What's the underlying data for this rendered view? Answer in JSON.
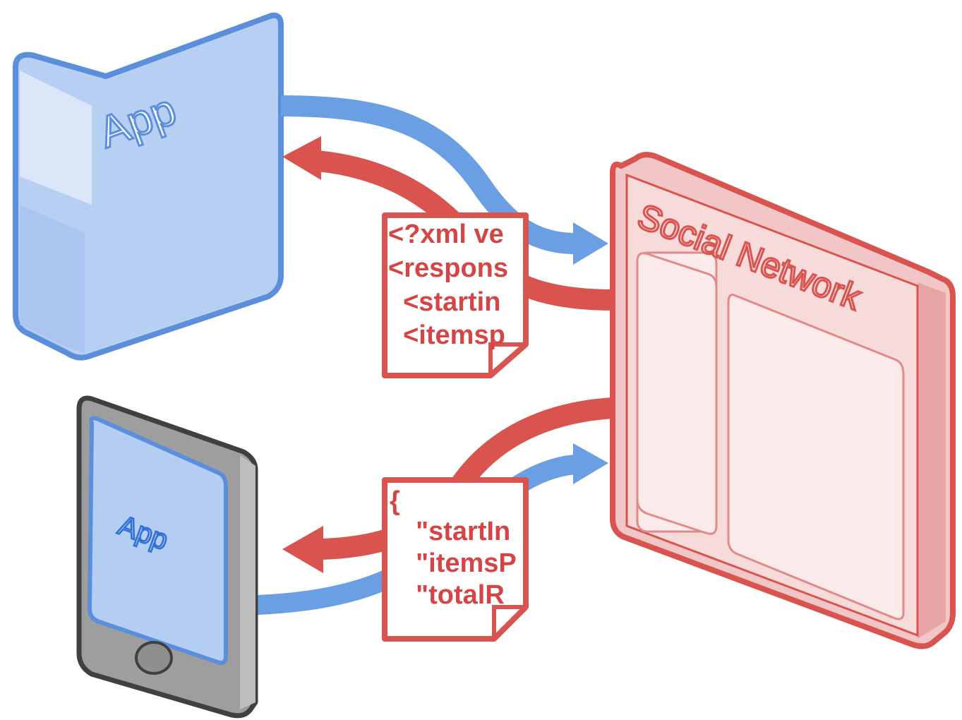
{
  "colors": {
    "blue": "#6a9fe3",
    "blue_dark": "#5b8fdc",
    "blue_light": "#b3cdf3",
    "red": "#d9534f",
    "red_dark": "#d64545",
    "red_light": "#f3cfcf",
    "red_panel": "#fbeaea",
    "gray": "#9e9e9e",
    "gray_dark": "#404040"
  },
  "server": {
    "label": "App",
    "icon": "server-icon"
  },
  "phone": {
    "label": "App",
    "icon": "mobile-phone-icon"
  },
  "social_network": {
    "label": "Social Network",
    "icon": "web-page-icon"
  },
  "xml_document": {
    "icon": "document-icon",
    "lines": [
      "<?xml ve",
      "<respons",
      "  <startin",
      "  <itemsp"
    ]
  },
  "json_document": {
    "icon": "document-icon",
    "lines": [
      "{",
      "  \"startIn",
      "  \"itemsP",
      "  \"totalR"
    ]
  }
}
